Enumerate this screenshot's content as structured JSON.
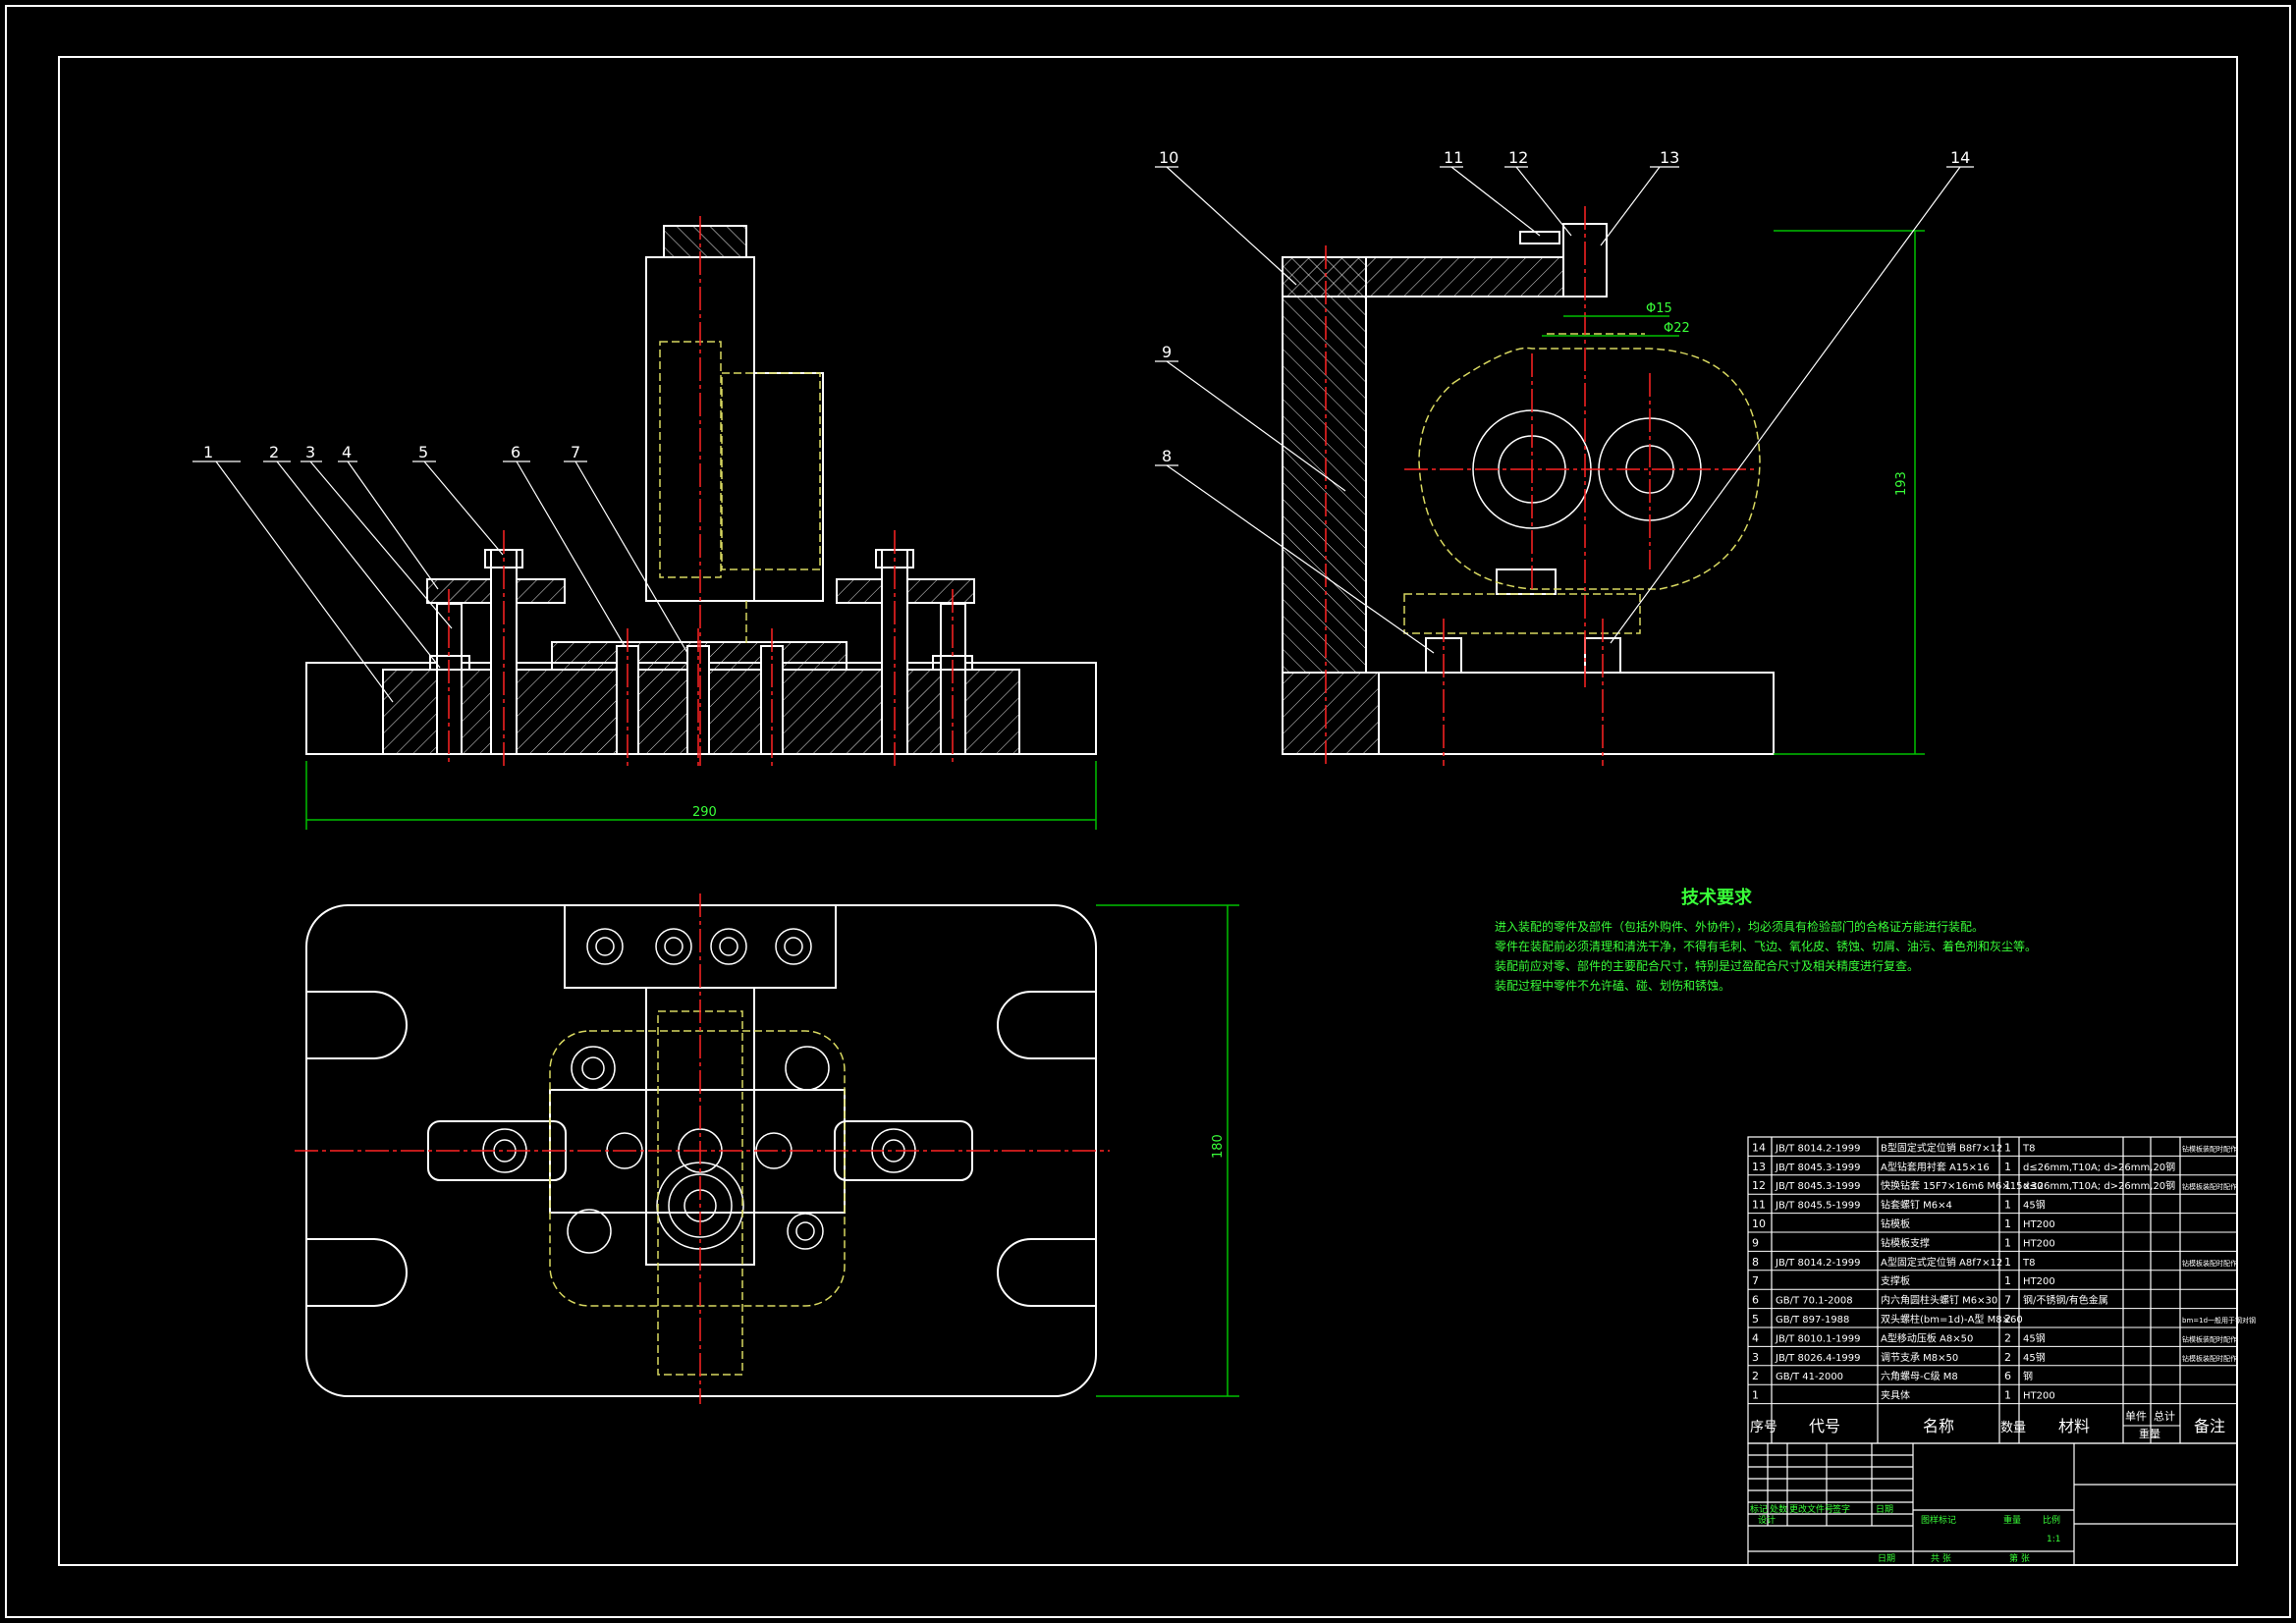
{
  "drawing": {
    "dimensions": {
      "front_width": "290",
      "plan_height": "180",
      "side_height": "193",
      "phi15": "Φ15",
      "phi22": "Φ22"
    },
    "balloons_front": [
      "1",
      "2",
      "3",
      "4",
      "5",
      "6",
      "7"
    ],
    "balloons_side": [
      "10",
      "11",
      "12",
      "13",
      "14",
      "9",
      "8"
    ]
  },
  "tech": {
    "title": "技术要求",
    "lines": [
      "进入装配的零件及部件（包括外购件、外协件），均必须具有检验部门的合格证方能进行装配。",
      "零件在装配前必须清理和清洗干净，不得有毛刺、飞边、氧化皮、锈蚀、切屑、油污、着色剂和灰尘等。",
      "装配前应对零、部件的主要配合尺寸，特别是过盈配合尺寸及相关精度进行复查。",
      "装配过程中零件不允许磕、碰、划伤和锈蚀。"
    ]
  },
  "bom": {
    "rows": [
      {
        "no": "14",
        "code": "JB/T 8014.2-1999",
        "name": "B型固定式定位销 B8f7×12",
        "qty": "1",
        "mat": "T8",
        "note": "钻模板装配时配作"
      },
      {
        "no": "13",
        "code": "JB/T 8045.3-1999",
        "name": "A型钻套用衬套 A15×16",
        "qty": "1",
        "mat": "d≤26mm,T10A; d>26mm,20钢",
        "note": ""
      },
      {
        "no": "12",
        "code": "JB/T 8045.3-1999",
        "name": "快换钻套 15F7×16m6 M6×15×30",
        "qty": "1",
        "mat": "d≤26mm,T10A; d>26mm,20钢",
        "note": "钻模板装配时配作"
      },
      {
        "no": "11",
        "code": "JB/T 8045.5-1999",
        "name": "钻套螺钉 M6×4",
        "qty": "1",
        "mat": "45钢",
        "note": ""
      },
      {
        "no": "10",
        "code": "",
        "name": "钻模板",
        "qty": "1",
        "mat": "HT200",
        "note": ""
      },
      {
        "no": "9",
        "code": "",
        "name": "钻模板支撑",
        "qty": "1",
        "mat": "HT200",
        "note": ""
      },
      {
        "no": "8",
        "code": "JB/T 8014.2-1999",
        "name": "A型固定式定位销 A8f7×12",
        "qty": "1",
        "mat": "T8",
        "note": "钻模板装配时配作"
      },
      {
        "no": "7",
        "code": "",
        "name": "支撑板",
        "qty": "1",
        "mat": "HT200",
        "note": ""
      },
      {
        "no": "6",
        "code": "GB/T 70.1-2008",
        "name": "内六角圆柱头螺钉 M6×30",
        "qty": "7",
        "mat": "钢/不锈钢/有色金属",
        "note": ""
      },
      {
        "no": "5",
        "code": "GB/T 897-1988",
        "name": "双头螺柱(bm=1d)-A型 M8×60",
        "qty": "2",
        "mat": "",
        "note": "bm=1d一般用于钢对钢"
      },
      {
        "no": "4",
        "code": "JB/T 8010.1-1999",
        "name": "A型移动压板 A8×50",
        "qty": "2",
        "mat": "45钢",
        "note": "钻模板装配时配作"
      },
      {
        "no": "3",
        "code": "JB/T 8026.4-1999",
        "name": "调节支承 M8×50",
        "qty": "2",
        "mat": "45钢",
        "note": "钻模板装配时配作"
      },
      {
        "no": "2",
        "code": "GB/T 41-2000",
        "name": "六角螺母-C级 M8",
        "qty": "6",
        "mat": "钢",
        "note": ""
      },
      {
        "no": "1",
        "code": "",
        "name": "夹具体",
        "qty": "1",
        "mat": "HT200",
        "note": ""
      }
    ],
    "headers": {
      "no": "序号",
      "code": "代号",
      "name": "名称",
      "qty": "数量",
      "mat": "材料",
      "single": "单件",
      "total": "总计",
      "weight": "重量",
      "note": "备注"
    }
  },
  "titleblock": {
    "rev_labels": [
      "标记",
      "处数",
      "更改文件号",
      "签字",
      "日期"
    ],
    "role_design": "设计",
    "scale_row": [
      "图样标记",
      "重量",
      "比例"
    ],
    "scale_value": "1:1",
    "sheet_row": [
      "共 张",
      "第 张"
    ],
    "date_label": "日期"
  },
  "colors": {
    "line": "#ffffff",
    "center": "#ff2222",
    "hidden": "#d8d860",
    "text_green": "#39ff39",
    "dim": "#00c000"
  }
}
